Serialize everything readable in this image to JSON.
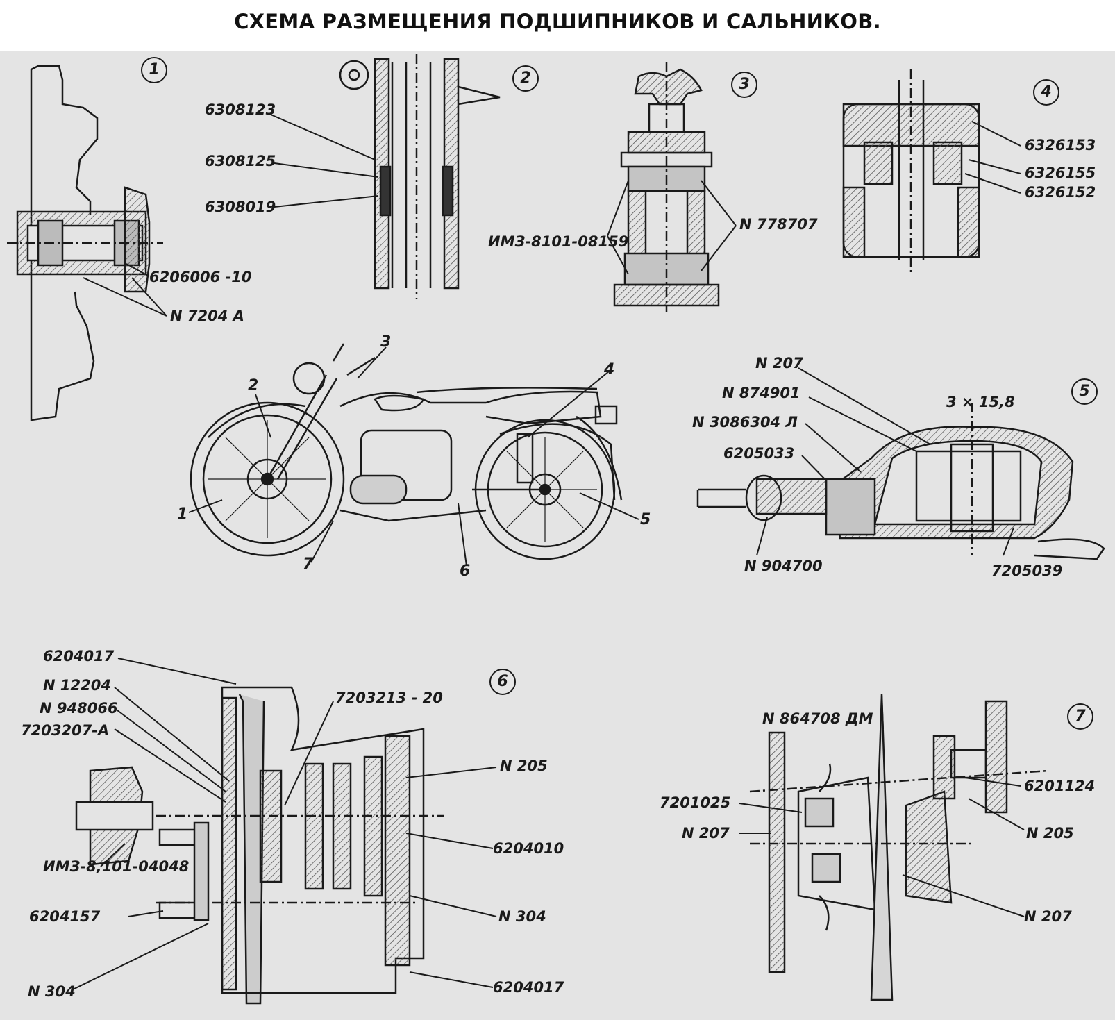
{
  "title": "СХЕМА РАЗМЕЩЕНИЯ ПОДШИПНИКОВ И САЛЬНИКОВ.",
  "detail_numbers": [
    "1",
    "2",
    "3",
    "4",
    "5",
    "6",
    "7"
  ],
  "detail1": {
    "labels": [
      "6206006 -10",
      "N 7204 A"
    ]
  },
  "detail2": {
    "labels": [
      "6308123",
      "6308125",
      "6308019"
    ]
  },
  "detail3": {
    "labels": [
      "ИМЗ-8101-08159",
      "N 778707"
    ]
  },
  "detail4": {
    "labels": [
      "6326153",
      "6326155",
      "6326152"
    ]
  },
  "detail5": {
    "labels": [
      "N 207",
      "N 874901",
      "N 3086304 Л",
      "6205033",
      "3 × 15,8",
      "N 904700",
      "7205039"
    ]
  },
  "detail6": {
    "labels": [
      "6204017",
      "N 12204",
      "N 948066",
      "7203207-A",
      "7203213 - 20",
      "N 205",
      "6204010",
      "ИМЗ-8,101-04048",
      "6204157",
      "N 304",
      "N 304",
      "6204017"
    ]
  },
  "detail7": {
    "labels": [
      "N 864708 ДМ",
      "6201124",
      "7201025",
      "N 207",
      "N 205",
      "N 207"
    ]
  },
  "motorcycle": {
    "callouts": [
      "1",
      "2",
      "3",
      "4",
      "5",
      "6",
      "7"
    ]
  },
  "colors": {
    "ink": "#1a1a1a",
    "paper": "#e4e4e4",
    "hatch": "#9a9a9a"
  }
}
